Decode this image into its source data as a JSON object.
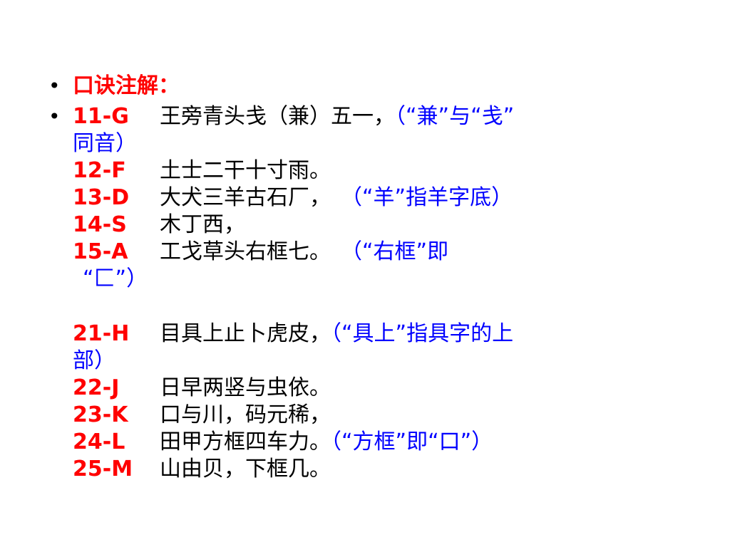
{
  "bullet_char": "•",
  "heading": "口诀注解：",
  "rows": [
    {
      "code": "11-G",
      "text": "王旁青头戋（兼）五一，",
      "note": "（“兼”与“戋”"
    },
    {
      "cont": "同音）"
    },
    {
      "code": "12-F",
      "text": "土士二干十寸雨。"
    },
    {
      "code": "13-D",
      "text": "大犬三羊古石厂，",
      "note": "（“羊”指羊字底）"
    },
    {
      "code": "14-S",
      "text": "木丁西，"
    },
    {
      "code": "15-A",
      "text": "工戈草头右框七。",
      "note": "（“右框”即"
    },
    {
      "cont": "“匚”）"
    },
    {
      "code": "21-H",
      "text": "目具上止卜虎皮，",
      "note": "（“具上”指具字的上"
    },
    {
      "cont": "部）"
    },
    {
      "code": "22-J",
      "text": "日早两竖与虫依。"
    },
    {
      "code": "23-K",
      "text": "口与川，码元稀，"
    },
    {
      "code": "24-L",
      "text": "田甲方框四车力。",
      "note": "（“方框”即“口”）"
    },
    {
      "code": "25-M",
      "text": "山由贝，下框几。"
    }
  ],
  "colors": {
    "code": "#ff0000",
    "text": "#000000",
    "note": "#0000ff"
  }
}
